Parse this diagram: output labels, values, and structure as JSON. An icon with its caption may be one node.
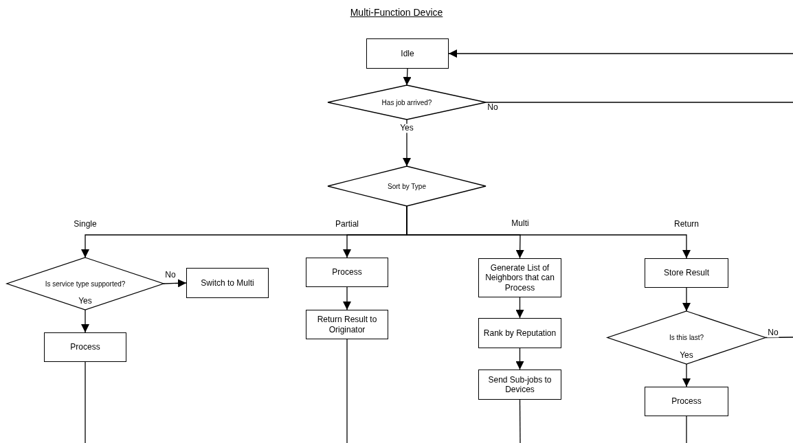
{
  "diagram": {
    "title": "Multi-Function Device",
    "nodes": [
      {
        "text": [
          "Idle"
        ]
      },
      {
        "text": [
          "Has job arrived?"
        ]
      },
      {
        "text": [
          "Sort by Type"
        ]
      },
      {
        "text": [
          "Is service type supported?"
        ]
      },
      {
        "text": [
          "Switch to Multi"
        ]
      },
      {
        "text": [
          "Process"
        ]
      },
      {
        "text": [
          "Process"
        ]
      },
      {
        "text": [
          "Return Result to Originator"
        ]
      },
      {
        "text": [
          "Generate List of Neighbors that can Process"
        ]
      },
      {
        "text": [
          "Rank by Reputation"
        ]
      },
      {
        "text": [
          "Send Sub-jobs to Devices"
        ]
      },
      {
        "text": [
          "Store Result"
        ]
      },
      {
        "text": [
          "Is this last?"
        ]
      },
      {
        "text": [
          "Process"
        ]
      }
    ],
    "edges": [
      {
        "from": null,
        "to": 0,
        "arrow": "to"
      },
      {
        "from": 0,
        "to": 1,
        "arrow": "to"
      },
      {
        "from": 1,
        "to": null,
        "arrow": "none",
        "label": "No"
      },
      {
        "from": 1,
        "to": 2,
        "arrow": "to",
        "label": "Yes"
      },
      {
        "from": 2,
        "to": 3,
        "arrow": "to",
        "label": "Single"
      },
      {
        "from": 2,
        "to": 6,
        "arrow": "to",
        "label": "Partial"
      },
      {
        "from": 2,
        "to": 8,
        "arrow": "to",
        "label": "Multi"
      },
      {
        "from": 2,
        "to": 11,
        "arrow": "to",
        "label": "Return"
      },
      {
        "from": 3,
        "to": 4,
        "arrow": "to",
        "label": "No"
      },
      {
        "from": 3,
        "to": 5,
        "arrow": "to",
        "label": "Yes"
      },
      {
        "from": 6,
        "to": 7,
        "arrow": "to"
      },
      {
        "from": 8,
        "to": 9,
        "arrow": "to"
      },
      {
        "from": 9,
        "to": 10,
        "arrow": "to"
      },
      {
        "from": 11,
        "to": 12,
        "arrow": "to"
      },
      {
        "from": 12,
        "to": 13,
        "arrow": "to",
        "label": "Yes"
      },
      {
        "from": 12,
        "to": null,
        "arrow": "none",
        "label": "No"
      },
      {
        "from": 5,
        "to": null,
        "arrow": "none"
      },
      {
        "from": 7,
        "to": null,
        "arrow": "none"
      },
      {
        "from": 10,
        "to": null,
        "arrow": "none"
      },
      {
        "from": 13,
        "to": null,
        "arrow": "none"
      }
    ]
  }
}
